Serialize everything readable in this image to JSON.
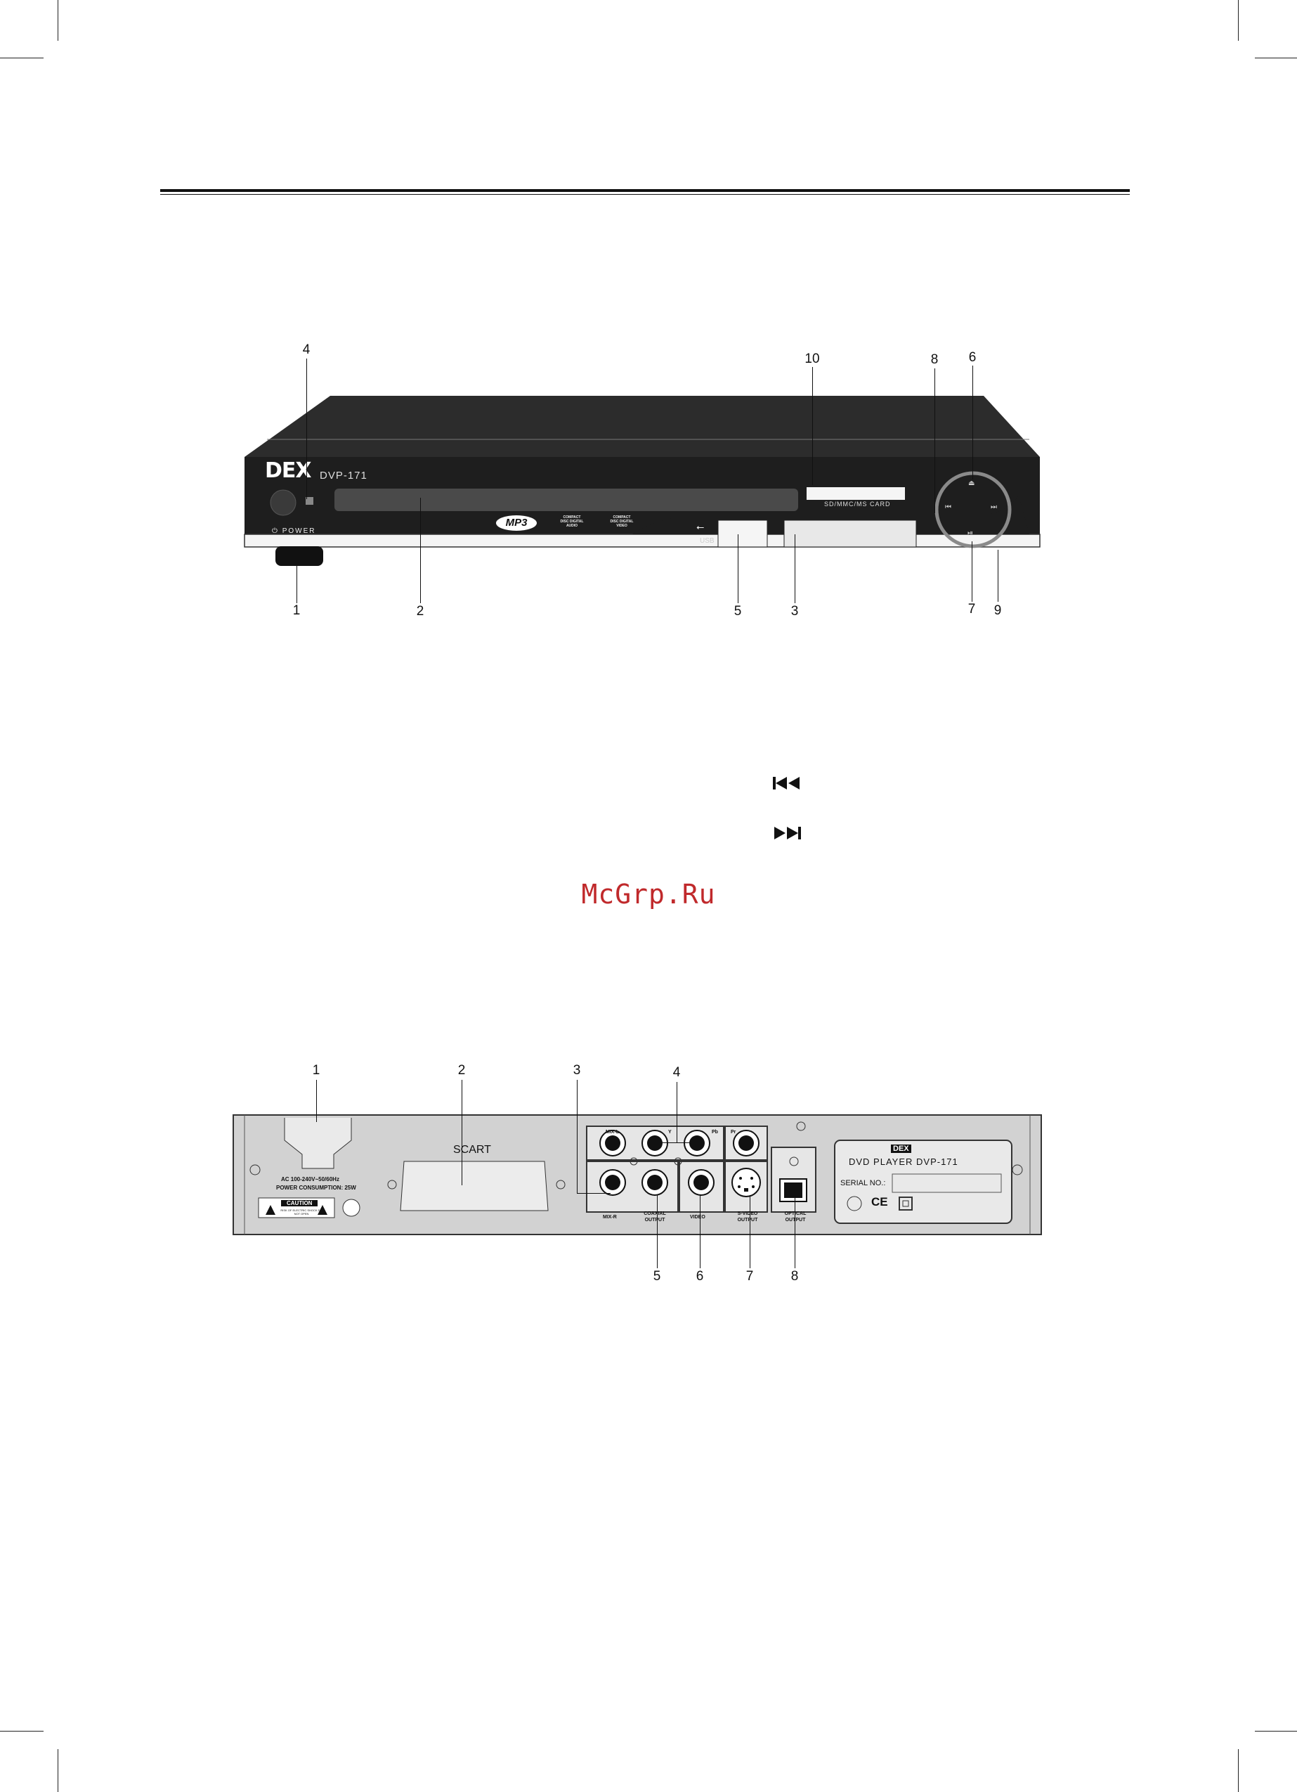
{
  "front": {
    "brand": "DEX",
    "model": "DVP-171",
    "power_label": "POWER",
    "card_label": "SD/MMC/MS CARD",
    "usb_label": "USB",
    "mp3_label": "MP3",
    "disc_logo_1": "COMPACT DISC DIGITAL AUDIO",
    "disc_logo_2": "COMPACT DISC DIGITAL VIDEO",
    "callouts": [
      "1",
      "2",
      "3",
      "4",
      "5",
      "6",
      "7",
      "8",
      "9",
      "10"
    ]
  },
  "icons": {
    "prev": "previous-track-icon",
    "next": "next-track-icon"
  },
  "watermark": "McGrp.Ru",
  "rear": {
    "scart": "SCART",
    "ac_line1": "AC 100-240V~50/60Hz",
    "ac_line2": "POWER CONSUMPTION: 25W",
    "caution": "CAUTION",
    "caution_sub": "RISK OF ELECTRIC SHOCK DO NOT OPEN",
    "mix_l": "MIX-L",
    "mix_r": "MIX-R",
    "y": "Y",
    "pb": "Pb",
    "pr": "Pr",
    "coaxial_1": "COAXIAL",
    "coaxial_2": "OUTPUT",
    "video": "VIDEO",
    "svideo_1": "S-VIDEO",
    "svideo_2": "OUTPUT",
    "optical_1": "OPTICAL",
    "optical_2": "OUTPUT",
    "plate_brand": "DEX",
    "plate_title": "DVD PLAYER DVP-171",
    "serial": "SERIAL NO.:",
    "ce": "CE",
    "callouts": [
      "1",
      "2",
      "3",
      "4",
      "5",
      "6",
      "7",
      "8"
    ]
  }
}
